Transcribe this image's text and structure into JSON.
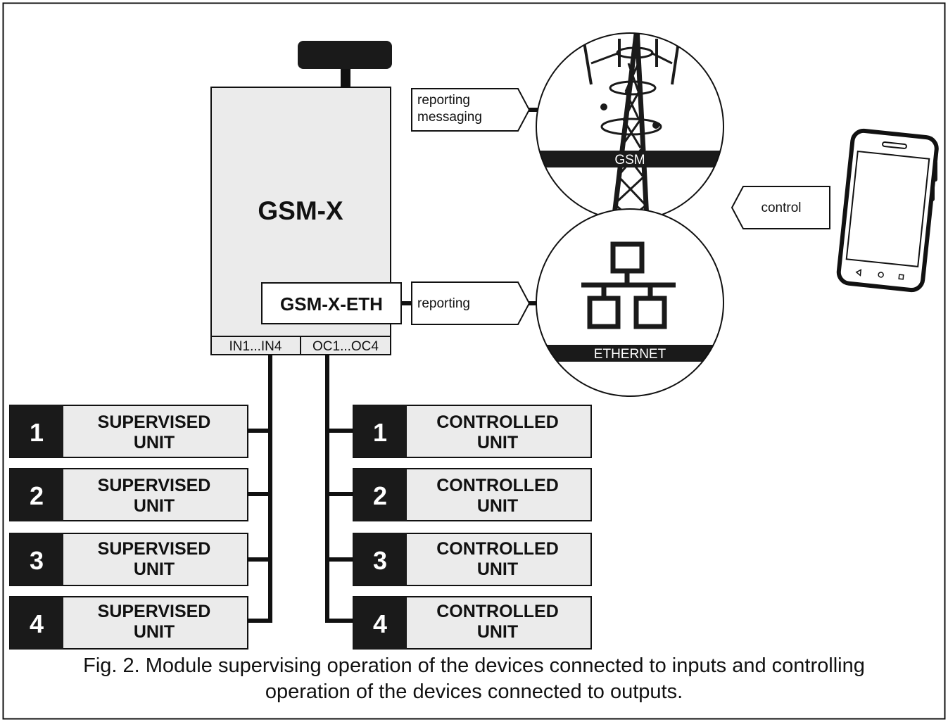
{
  "module": {
    "name": "GSM-X",
    "eth_module": "GSM-X-ETH",
    "inputs_label": "IN1...IN4",
    "outputs_label": "OC1...OC4"
  },
  "messages": {
    "gsm_line1": "reporting",
    "gsm_line2": "messaging",
    "eth": "reporting",
    "phone": "control"
  },
  "networks": {
    "gsm": "GSM",
    "ethernet": "ETHERNET"
  },
  "supervised_units": [
    {
      "number": "1",
      "line1": "SUPERVISED",
      "line2": "UNIT"
    },
    {
      "number": "2",
      "line1": "SUPERVISED",
      "line2": "UNIT"
    },
    {
      "number": "3",
      "line1": "SUPERVISED",
      "line2": "UNIT"
    },
    {
      "number": "4",
      "line1": "SUPERVISED",
      "line2": "UNIT"
    }
  ],
  "controlled_units": [
    {
      "number": "1",
      "line1": "CONTROLLED",
      "line2": "UNIT"
    },
    {
      "number": "2",
      "line1": "CONTROLLED",
      "line2": "UNIT"
    },
    {
      "number": "3",
      "line1": "CONTROLLED",
      "line2": "UNIT"
    },
    {
      "number": "4",
      "line1": "CONTROLLED",
      "line2": "UNIT"
    }
  ],
  "caption": {
    "line1": "Fig. 2. Module supervising operation of the devices connected to inputs and controlling",
    "line2": "operation of the devices connected to outputs."
  },
  "colors": {
    "dark": "#1a1a1a",
    "panel": "#ebebeb",
    "line": "#111111",
    "white": "#ffffff"
  }
}
